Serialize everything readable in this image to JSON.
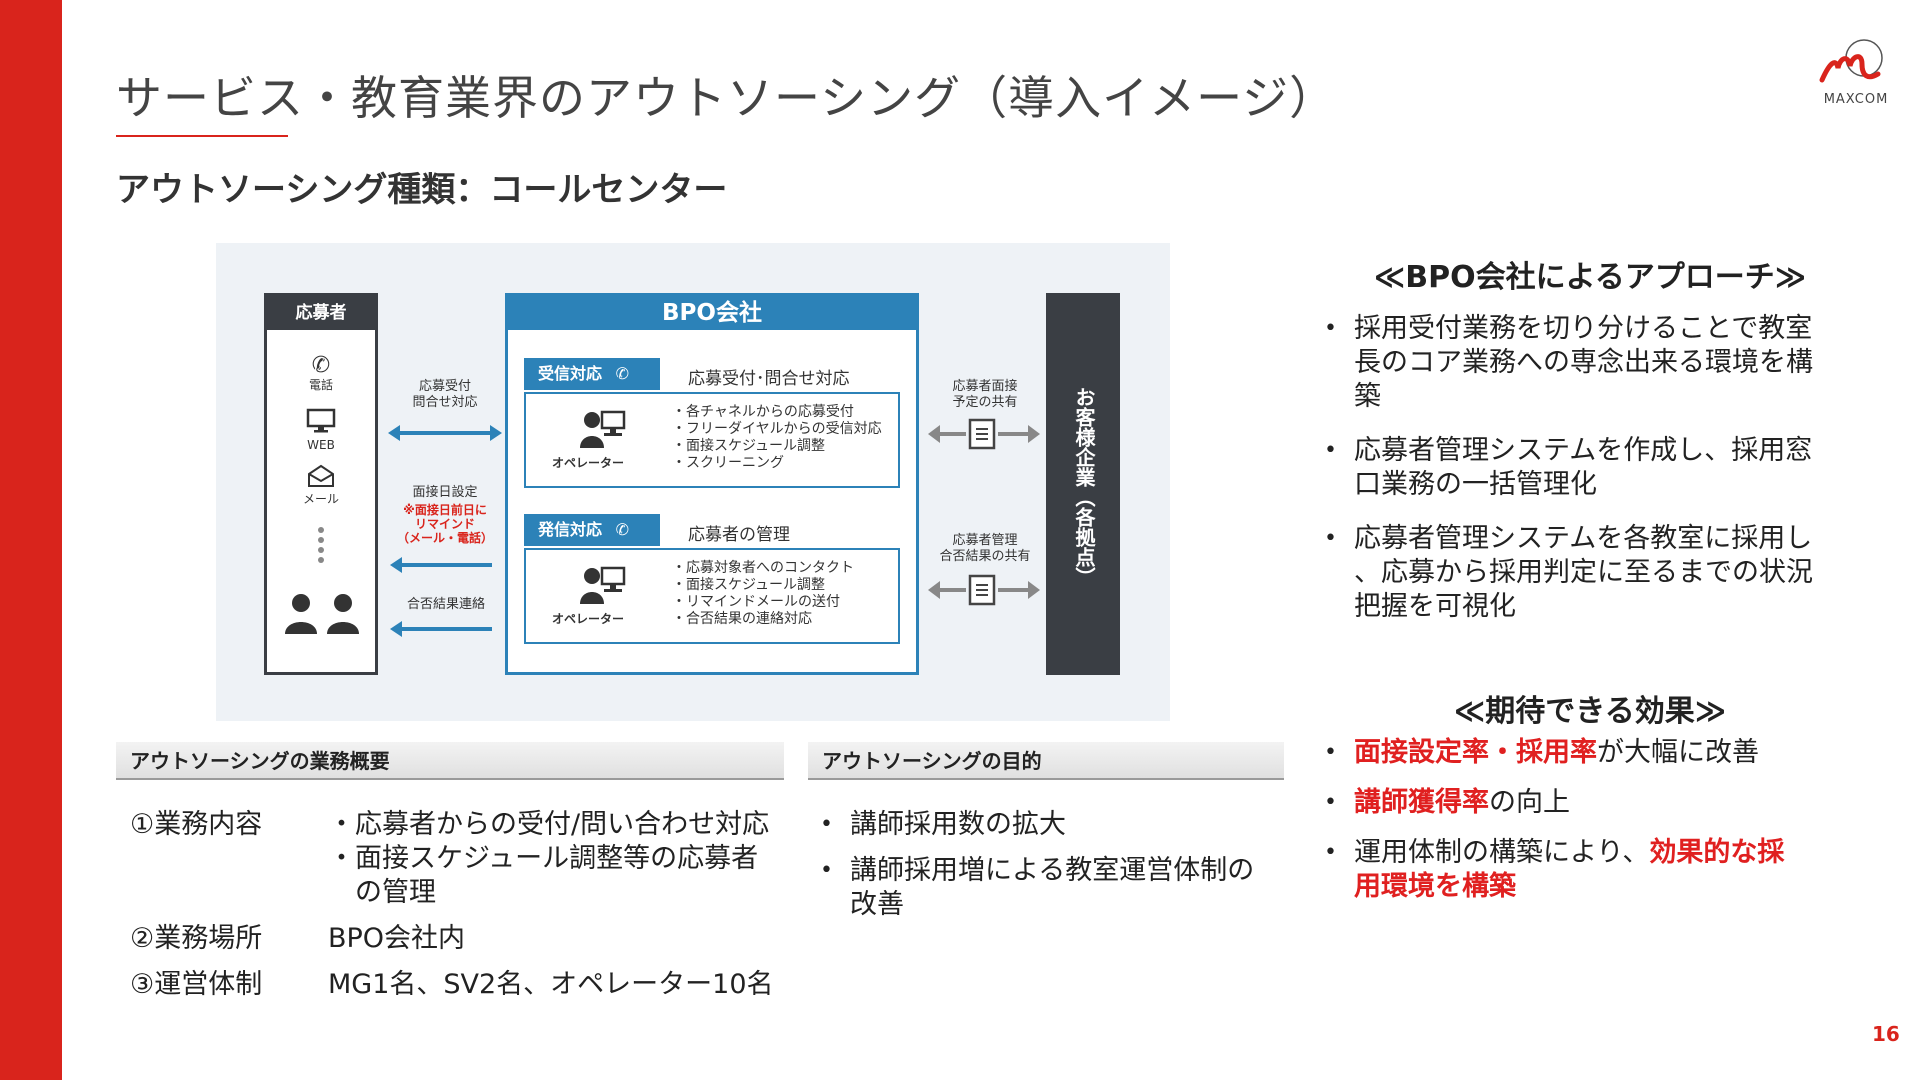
{
  "page": {
    "title": "サービス・教育業界のアウトソーシング（導入イメージ）",
    "subtitle": "アウトソーシング種類：コールセンター",
    "page_number": "16",
    "logo_text": "MAXCOM",
    "accent_color": "#d9241c"
  },
  "diagram": {
    "applicant": {
      "title": "応募者",
      "channels": [
        {
          "icon": "phone-icon",
          "label": "電話"
        },
        {
          "icon": "monitor-icon",
          "label": "WEB"
        },
        {
          "icon": "mail-icon",
          "label": "メール"
        }
      ]
    },
    "left_labels": {
      "reception_1": "応募受付",
      "reception_2": "問合せ対応",
      "interview_1": "面接日設定",
      "remind_1": "※面接日前日に",
      "remind_2": "リマインド",
      "remind_3": "（メール・電話）",
      "result": "合否結果連絡"
    },
    "bpo": {
      "title": "BPO会社",
      "inbound": {
        "tag": "受信対応",
        "title": "応募受付･問合せ対応",
        "operator": "オペレーター",
        "items": [
          "各チャネルからの応募受付",
          "フリーダイヤルからの受信対応",
          "面接スケジュール調整",
          "スクリーニング"
        ]
      },
      "outbound": {
        "tag": "発信対応",
        "title": "応募者の管理",
        "operator": "オペレーター",
        "items": [
          "応募対象者へのコンタクト",
          "面接スケジュール調整",
          "リマインドメールの送付",
          "合否結果の連絡対応"
        ]
      }
    },
    "right_labels": {
      "share1_1": "応募者面接",
      "share1_2": "予定の共有",
      "share2_1": "応募者管理",
      "share2_2": "合否結果の共有"
    },
    "client": "お客様企業（各拠点）"
  },
  "overview": {
    "header": "アウトソーシングの業務概要",
    "rows": [
      {
        "label": "①業務内容",
        "lines": [
          "・応募者からの受付/問い合わせ対応",
          "・面接スケジュール調整等の応募者",
          "　の管理"
        ]
      },
      {
        "label": "②業務場所",
        "lines": [
          "BPO会社内"
        ]
      },
      {
        "label": "③運営体制",
        "lines": [
          "MG1名、SV2名、オペレーター10名"
        ]
      }
    ]
  },
  "purpose": {
    "header": "アウトソーシングの目的",
    "items": [
      {
        "line1": "講師採用数の拡大",
        "line2": ""
      },
      {
        "line1": "講師採用増による教室運営体制の",
        "line2": "改善"
      }
    ]
  },
  "approach": {
    "header": "≪BPO会社によるアプローチ≫",
    "items": [
      [
        "採用受付業務を切り分けることで教室",
        "長のコア業務への専念出来る環境を構",
        "築"
      ],
      [
        "応募者管理システムを作成し、採用窓",
        "口業務の一括管理化"
      ],
      [
        "応募者管理システムを各教室に採用し",
        "、応募から採用判定に至るまでの状況",
        "把握を可視化"
      ]
    ]
  },
  "effects": {
    "header": "≪期待できる効果≫",
    "item1_red": "面接設定率・採用率",
    "item1_rest": "が大幅に改善",
    "item2_red": "講師獲得率",
    "item2_rest": "の向上",
    "item3_pre": "運用体制の構築により、",
    "item3_red1": "効果的な採",
    "item3_red2": "用環境を構築"
  }
}
